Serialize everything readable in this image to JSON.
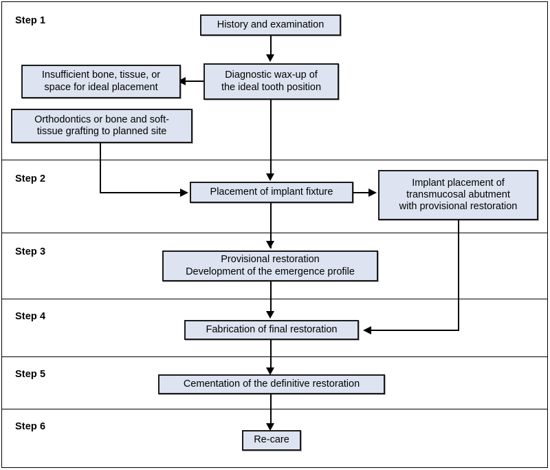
{
  "diagram": {
    "title": "Implant treatment sequence flowchart",
    "node_fill_color": "#dde3f0",
    "node_border_color": "#1a1a1a",
    "line_color": "#000000",
    "background_color": "#ffffff"
  },
  "steps": [
    {
      "label": "Step 1"
    },
    {
      "label": "Step 2"
    },
    {
      "label": "Step 3"
    },
    {
      "label": "Step 4"
    },
    {
      "label": "Step 5"
    },
    {
      "label": "Step 6"
    }
  ],
  "nodes": {
    "history": {
      "line1": "History and examination"
    },
    "waxup": {
      "line1": "Diagnostic wax-up of",
      "line2": "the ideal tooth position"
    },
    "insufficient": {
      "line1": "Insufficient bone, tissue, or",
      "line2": "space for ideal placement"
    },
    "grafting": {
      "line1": "Orthodontics or bone and soft-",
      "line2": "tissue grafting to planned site"
    },
    "fixture": {
      "line1": "Placement of implant fixture"
    },
    "transmucosal": {
      "line1": "Implant placement of",
      "line2": "transmucosal abutment",
      "line3": "with provisional restoration"
    },
    "provisional": {
      "line1": "Provisional restoration",
      "line2": "Development of the emergence profile"
    },
    "fabrication": {
      "line1": "Fabrication of final restoration"
    },
    "cementation": {
      "line1": "Cementation of the definitive restoration"
    },
    "recare": {
      "line1": "Re-care"
    }
  }
}
